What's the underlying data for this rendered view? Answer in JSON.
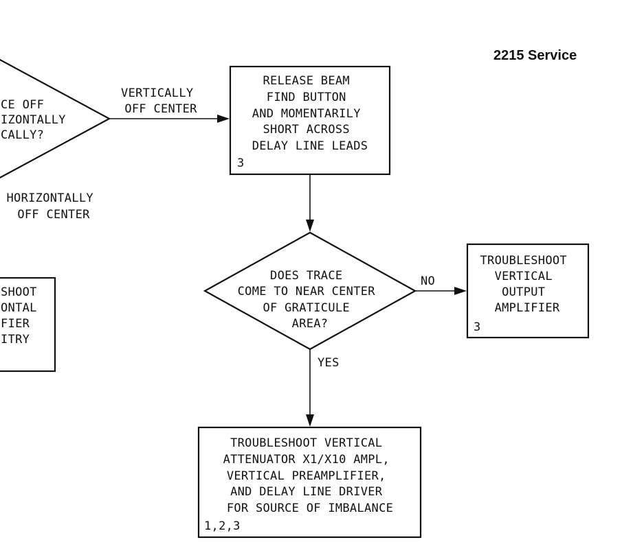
{
  "header": {
    "title": "2215 Service"
  },
  "nodes": {
    "decision_trace_off": {
      "lines": [
        "CE OFF",
        "IZONTALLY",
        "CALLY?"
      ]
    },
    "release_beam": {
      "lines": [
        "RELEASE BEAM",
        "FIND BUTTON",
        "AND MOMENTARILY",
        "SHORT ACROSS",
        "DELAY LINE LEADS"
      ],
      "ref": "3"
    },
    "decision_center": {
      "lines": [
        "DOES TRACE",
        "COME TO NEAR CENTER",
        "OF GRATICULE",
        "AREA?"
      ]
    },
    "troubleshoot_vertical_output": {
      "lines": [
        "TROUBLESHOOT",
        "VERTICAL",
        "OUTPUT",
        "AMPLIFIER"
      ],
      "ref": "3"
    },
    "troubleshoot_horizontal": {
      "lines": [
        "SHOOT",
        "ONTAL",
        "FIER",
        "ITRY"
      ]
    },
    "troubleshoot_vertical_attenuator": {
      "lines": [
        "TROUBLESHOOT VERTICAL",
        "ATTENUATOR X1/X10 AMPL,",
        "VERTICAL PREAMPLIFIER,",
        "AND DELAY LINE DRIVER",
        "FOR SOURCE OF IMBALANCE"
      ],
      "ref": "1,2,3"
    }
  },
  "edges": {
    "vertically_off_center": {
      "lines": [
        "VERTICALLY",
        "OFF CENTER"
      ]
    },
    "horizontally_off_center": {
      "lines": [
        "HORIZONTALLY",
        "OFF CENTER"
      ]
    },
    "no": {
      "label": "NO"
    },
    "yes": {
      "label": "YES"
    }
  }
}
